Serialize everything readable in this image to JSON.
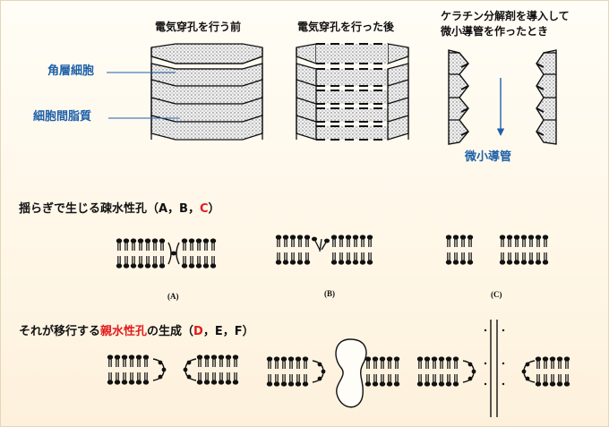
{
  "panel_top": {
    "before_title": "電気穿孔を行う前",
    "after_title": "電気穿孔を行った後",
    "keratin_title_line1": "ケラチン分解剤を導入して",
    "keratin_title_line2": "微小導管を作ったとき",
    "label_corneocyte": "角層細胞",
    "label_lipid": "細胞間脂質",
    "label_microduct": "微小導管"
  },
  "section_hydrophobic": {
    "title_prefix": "揺らぎで生じる疎水性孔（A，B，",
    "title_highlight": "C",
    "title_suffix": "）",
    "labels": [
      "(A)",
      "(B)",
      "(C)"
    ]
  },
  "section_hydrophilic": {
    "title_prefix": "それが移行する",
    "title_highlight": "親水性孔",
    "title_mid": "の生成（",
    "title_highlight2": "D",
    "title_suffix": "，E，F）"
  },
  "colors": {
    "label_blue": "#1e5fa8",
    "highlight_red": "#e11b1b",
    "stipple": "#bdbdbd"
  }
}
